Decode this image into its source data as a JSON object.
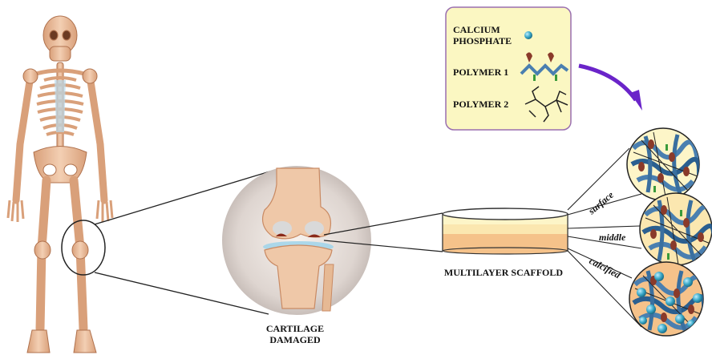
{
  "labels": {
    "cartilage_line1": "CARTILAGE",
    "cartilage_line2": "DAMAGED",
    "scaffold": "MULTILAYER SCAFFOLD",
    "layer_surface": "surface",
    "layer_middle": "middle",
    "layer_calcified": "calcified"
  },
  "legend": {
    "calcium_line1": "CALCIUM",
    "calcium_line2": "PHOSPHATE",
    "polymer1": "POLYMER 1",
    "polymer2": "POLYMER 2"
  },
  "colors": {
    "bone": "#e8b894",
    "bone_dark": "#c98a63",
    "legend_bg": "#fbf7c2",
    "legend_border": "#9a6fb0",
    "arrow": "#6a24c9",
    "ca_particle": "#3aa8c8",
    "polymer1": "#4a7fb0",
    "polymer2": "#222222"
  }
}
